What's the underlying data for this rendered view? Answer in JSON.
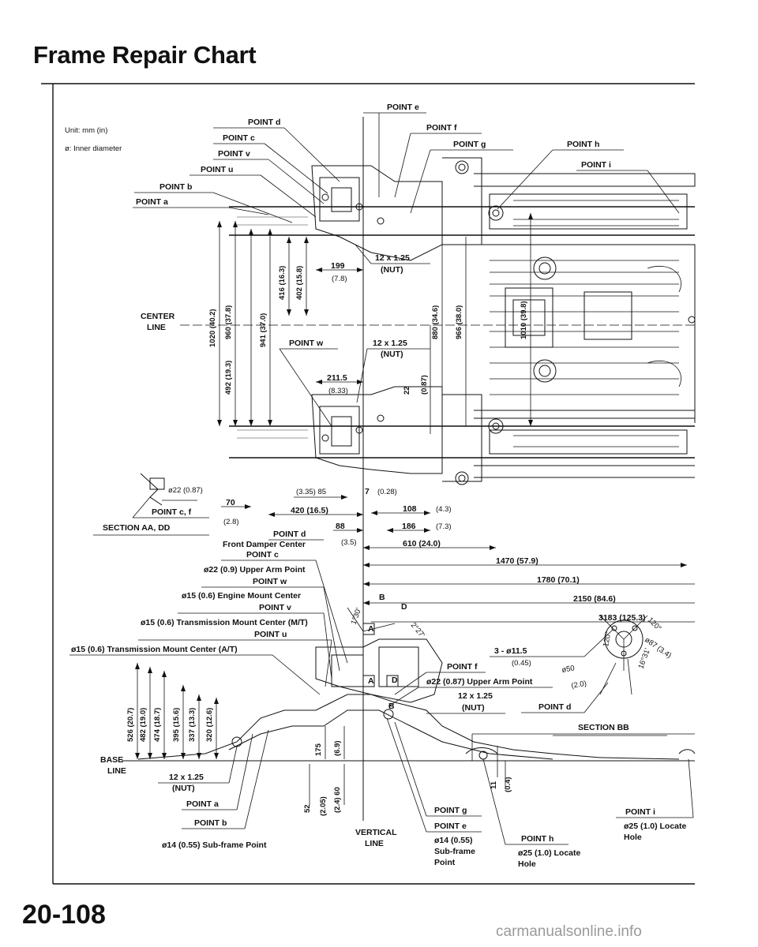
{
  "title": "Frame Repair Chart",
  "page_number": "20-108",
  "watermark": "carmanualsonline.info",
  "legend": {
    "unit": "Unit: mm (in)",
    "inner_diameter": "ø: Inner diameter"
  },
  "upper_points": {
    "a": "POINT a",
    "b": "POINT b",
    "c": "POINT c",
    "d": "POINT d",
    "e": "POINT e",
    "f": "POINT f",
    "g": "POINT g",
    "h": "POINT h",
    "i": "POINT i",
    "u": "POINT u",
    "v": "POINT v",
    "w": "POINT w"
  },
  "center_line": {
    "line1": "CENTER",
    "line2": "LINE"
  },
  "upper_dims_vertical": {
    "d1020": "1020 (40.2)",
    "d960": "960 (37.8)",
    "d941": "941 (37.0)",
    "d416": "416 (16.3)",
    "d402": "402 (15.8)",
    "d492": "492 (19.3)",
    "d880": "880 (34.6)",
    "d966": "966 (38.0)",
    "d1010": "1010 (39.8)",
    "d22": "22",
    "d22in": "(0.87)"
  },
  "upper_dims_horizontal": {
    "d199": "199",
    "d199in": "(7.8)",
    "d211": "211.5",
    "d211in": "(8.33)",
    "nut1": "12 x 1.25",
    "nut1b": "(NUT)",
    "nut2": "12 x 1.25",
    "nut2b": "(NUT)",
    "d70": "70",
    "d70in": "(2.8)",
    "d85": "(3.35) 85",
    "d7": "7",
    "d7in": "(0.28)",
    "d420": "420 (16.5)",
    "d108": "108",
    "d108in": "(4.3)",
    "d88": "88",
    "d88in": "(3.5)",
    "d186": "186",
    "d186in": "(7.3)",
    "d610": "610 (24.0)"
  },
  "section_aa": {
    "hole": "ø22 (0.87)",
    "point": "POINT c, f",
    "label": "SECTION AA, DD"
  },
  "legend_items": {
    "point_d": "POINT d",
    "front_damper": "Front Damper Center",
    "point_c": "POINT c",
    "upper_arm": "ø22 (0.9) Upper Arm Point",
    "point_w": "POINT w",
    "engine_mount": "ø15 (0.6) Engine Mount Center",
    "point_v": "POINT v",
    "trans_mt": "ø15 (0.6) Transmission Mount Center (M/T)",
    "point_u": "POINT u",
    "trans_at": "ø15 (0.6) Transmission Mount Center (A/T)"
  },
  "length_dims": {
    "d1470": "1470 (57.9)",
    "d1780": "1780 (70.1)",
    "d2150": "2150 (84.6)",
    "d3183": "3183 (125.3)",
    "b": "B",
    "d": "D"
  },
  "section_bb": {
    "point_f": "POINT f",
    "holes": "3 - ø11.5",
    "holes_in": "(0.45)",
    "arm": "ø22 (0.87) Upper Arm Point",
    "arm_d": "ø50",
    "arm_d_in": "(2.0)",
    "bolt": "12 x 1.25",
    "bolt_b": "(NUT)",
    "point_d": "POINT d",
    "label": "SECTION BB",
    "a120": "120°",
    "a120b": "120°",
    "a87": "ø87 (3.4)",
    "a16": "16°31'"
  },
  "side_view": {
    "a": "A",
    "a2": "A",
    "b": "B",
    "d": "D",
    "angle1": "1°30'",
    "angle2": "2°27'",
    "d526": "526 (20.7)",
    "d482": "482 (19.0)",
    "d474": "474 (18.7)",
    "d395": "395 (15.6)",
    "d337": "337 (13.3)",
    "d320": "320 (12.6)",
    "d175": "175",
    "d175in": "(6.9)",
    "d60": "(2.4) 60",
    "d52": "52",
    "d52in": "(2.05)",
    "d11": "11",
    "d11in": "(0.4)",
    "base1": "BASE",
    "base2": "LINE",
    "nut": "12 x 1.25",
    "nut_b": "(NUT)",
    "point_a": "POINT a",
    "point_b": "POINT b",
    "subframe_point": "ø14 (0.55) Sub-frame Point",
    "vertical1": "VERTICAL",
    "vertical2": "LINE",
    "point_g": "POINT g",
    "point_e": "POINT e",
    "sub1": "ø14 (0.55)",
    "sub2": "Sub-frame",
    "sub3": "Point",
    "point_h": "POINT h",
    "h1": "ø25 (1.0) Locate",
    "h2": "Hole",
    "point_i": "POINT i",
    "i1": "ø25 (1.0) Locate",
    "i2": "Hole"
  }
}
